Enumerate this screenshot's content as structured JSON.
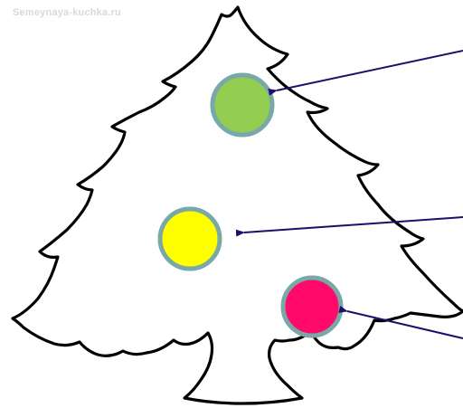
{
  "watermark": "Semeynaya-kuchka.ru",
  "tree": {
    "icon": "christmas-tree-outline",
    "outline_color": "#000000",
    "fill_color": "#ffffff"
  },
  "ornaments": [
    {
      "name": "green-ball",
      "color": "#92cc50",
      "border_color": "#78a9a8"
    },
    {
      "name": "yellow-ball",
      "color": "#ffff00",
      "border_color": "#78a9a8"
    },
    {
      "name": "pink-ball",
      "color": "#ff0a6a",
      "border_color": "#78a9a8"
    }
  ],
  "arrows": {
    "color": "#1d0f6b",
    "count": 3
  }
}
